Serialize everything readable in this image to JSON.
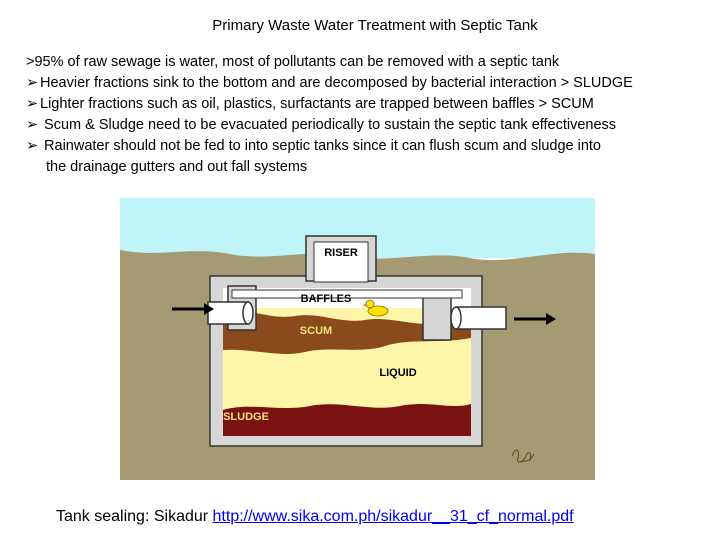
{
  "title": "Primary  Waste Water Treatment with Septic Tank",
  "bullets": [
    {
      "marker": "",
      "text": ">95% of raw sewage is water,  most of pollutants can be removed with a septic tank"
    },
    {
      "marker": "➢",
      "text": "Heavier fractions sink to the bottom and are decomposed by bacterial interaction > SLUDGE"
    },
    {
      "marker": "➢",
      "text": "Lighter fractions  such as oil, plastics, surfactants are trapped between baffles > SCUM"
    },
    {
      "marker": "➢",
      "text": " Scum & Sludge need to be evacuated periodically to sustain the septic tank effectiveness"
    },
    {
      "marker": "➢",
      "text": " Rainwater should not be fed to into septic tanks since it can flush scum and sludge into"
    },
    {
      "marker": "",
      "text": "the drainage gutters and out fall systems"
    }
  ],
  "diagram": {
    "labels": {
      "riser": "RISER",
      "baffles": "BAFFLES",
      "scum": "SCUM",
      "liquid": "LIQUID",
      "sludge": "SLUDGE"
    },
    "colors": {
      "sky": "#bff5f8",
      "soil": "#a49a74",
      "concrete": "#d6d6d6",
      "liquid": "#fdf5a8",
      "scum": "#8b4a1e",
      "sludge": "#7a1212"
    },
    "icons": [
      "inlet-arrow-icon",
      "outlet-arrow-icon",
      "duck-icon",
      "signature-icon"
    ]
  },
  "footer": {
    "label": "Tank sealing:  Sikadur  ",
    "link": "http://www.sika.com.ph/sikadur__31_cf_normal.pdf"
  }
}
